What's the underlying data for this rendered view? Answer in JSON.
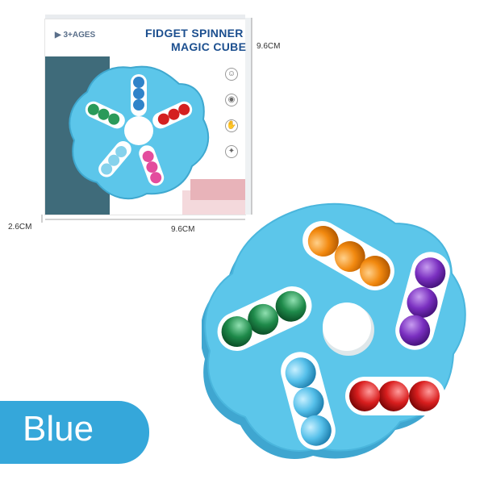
{
  "box": {
    "age_label": "3+AGES",
    "title_line1": "FIDGET SPINNER",
    "title_line2": "MAGIC CUBE",
    "feature_icons": [
      "face-icon",
      "eye-icon",
      "hand-icon",
      "puzzle-icon"
    ]
  },
  "dimensions": {
    "height": "9.6CM",
    "depth": "2.6CM",
    "width": "9.6CM"
  },
  "colors": {
    "spinner": "#5cc6ea",
    "accent_label": "#35a7da",
    "bead_orange": "#f2890f",
    "bead_purple": "#7a2fc0",
    "bead_green": "#1e8a4a",
    "bead_blue": "#56c0ea",
    "bead_red": "#d91e1e",
    "bead_pink": "#e34d9e"
  },
  "color_label": "Blue"
}
